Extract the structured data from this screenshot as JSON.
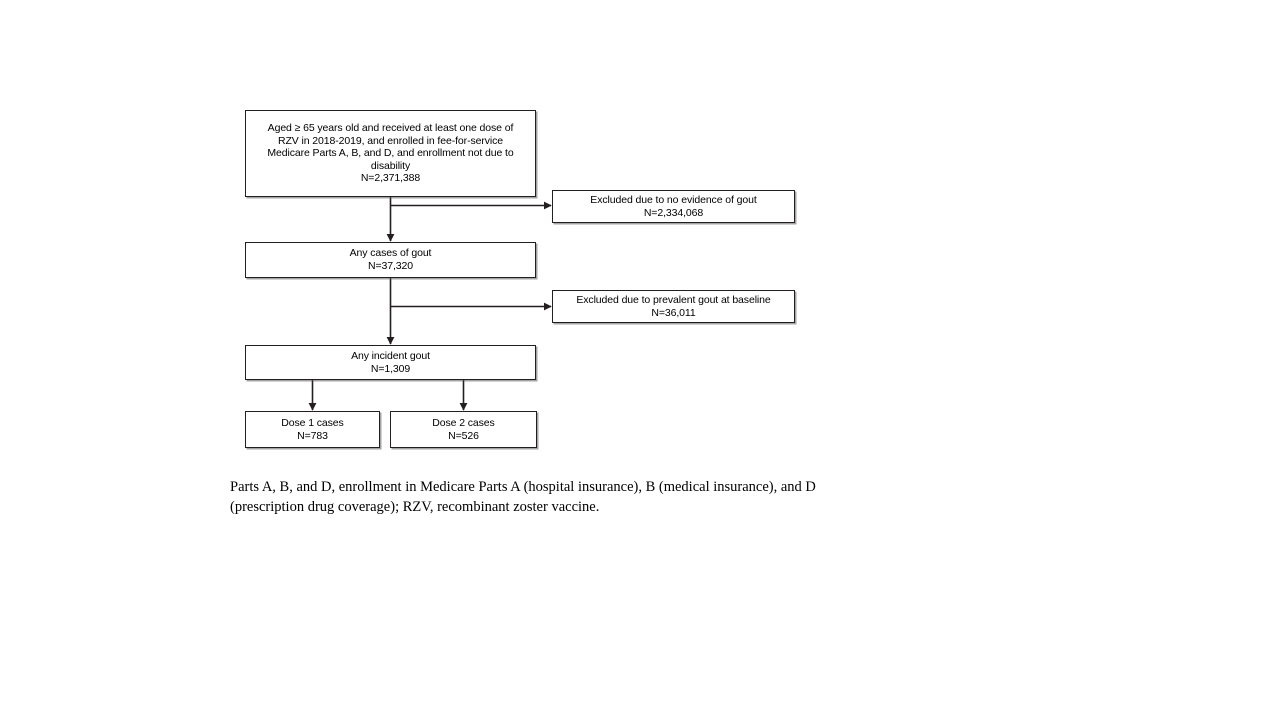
{
  "figure": {
    "type": "flowchart",
    "orientation": "top-to-bottom",
    "caption": "Parts A, B, and D, enrollment in Medicare Parts A (hospital insurance), B (medical insurance), and D (prescription drug coverage); RZV, recombinant zoster vaccine."
  },
  "nodes": {
    "cohort": {
      "lines": [
        "Aged ≥ 65 years old and received at least one dose of",
        "RZV in 2018-2019, and enrolled in fee-for-service",
        "Medicare Parts A, B, and D, and enrollment not due to",
        "disability",
        "N=2,371,388"
      ],
      "count_label": "N=2,371,388",
      "count": 2371388
    },
    "excluded_no_gout": {
      "lines": [
        "Excluded due to no evidence of gout",
        "N=2,334,068"
      ],
      "count_label": "N=2,334,068",
      "count": 2334068
    },
    "any_cases_gout": {
      "lines": [
        "Any cases of gout",
        "N=37,320"
      ],
      "count_label": "N=37,320",
      "count": 37320
    },
    "excluded_prevalent_gout": {
      "lines": [
        "Excluded due to prevalent gout at baseline",
        "N=36,011"
      ],
      "count_label": "N=36,011",
      "count": 36011
    },
    "any_incident_gout": {
      "lines": [
        "Any incident gout",
        "N=1,309"
      ],
      "count_label": "N=1,309",
      "count": 1309
    },
    "dose_1_cases": {
      "lines": [
        "Dose 1 cases",
        "N=783"
      ],
      "count_label": "N=783",
      "count": 783
    },
    "dose_2_cases": {
      "lines": [
        "Dose 2 cases",
        "N=526"
      ],
      "count_label": "N=526",
      "count": 526
    }
  },
  "edges": [
    {
      "from": "cohort",
      "to": "excluded_no_gout",
      "kind": "exclusion"
    },
    {
      "from": "cohort",
      "to": "any_cases_gout",
      "kind": "main"
    },
    {
      "from": "any_cases_gout",
      "to": "excluded_prevalent_gout",
      "kind": "exclusion"
    },
    {
      "from": "any_cases_gout",
      "to": "any_incident_gout",
      "kind": "main"
    },
    {
      "from": "any_incident_gout",
      "to": "dose_1_cases",
      "kind": "split"
    },
    {
      "from": "any_incident_gout",
      "to": "dose_2_cases",
      "kind": "split"
    }
  ],
  "colors": {
    "box_border": "#231f20",
    "connector": "#231f20",
    "background": "#ffffff",
    "text": "#000000"
  }
}
